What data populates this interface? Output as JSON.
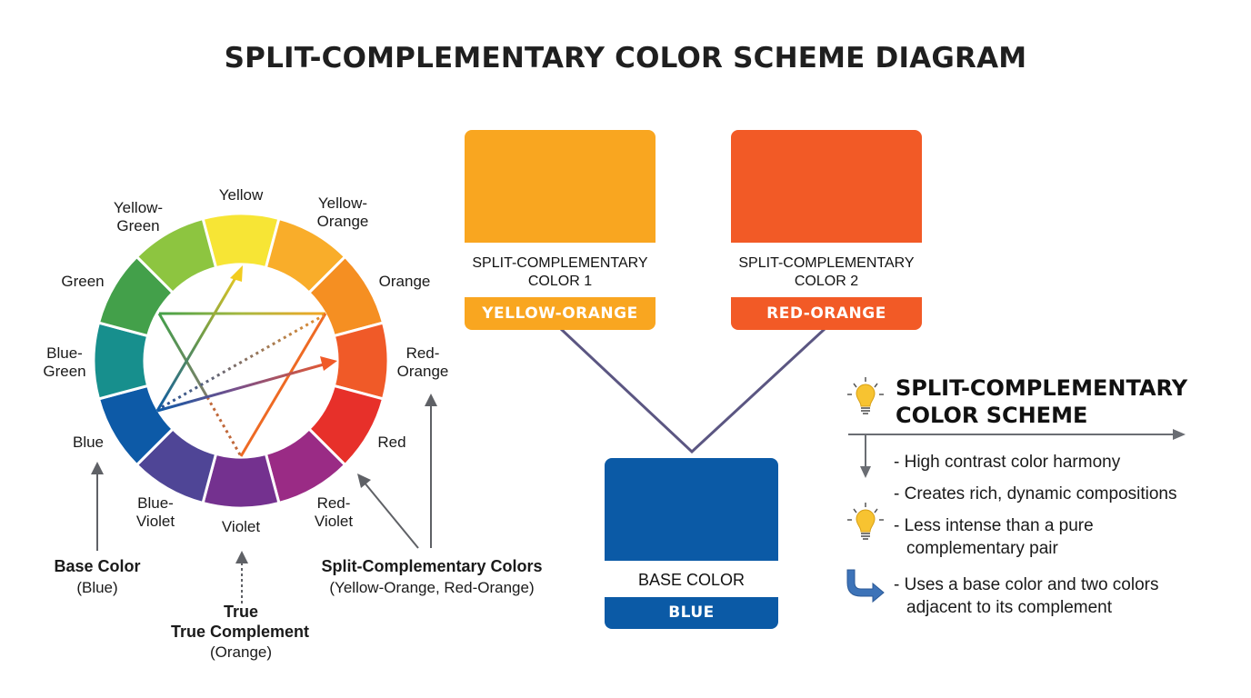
{
  "title": "SPLIT-COMPLEMENTARY COLOR SCHEME DIAGRAM",
  "wheel": {
    "segments": [
      {
        "name": "Yellow",
        "label_lines": [
          "Yellow"
        ],
        "color": "#f7e535",
        "angle": -90
      },
      {
        "name": "Yellow-Orange",
        "label_lines": [
          "Yellow-",
          "Orange"
        ],
        "color": "#f9ad2a",
        "angle": -60
      },
      {
        "name": "Orange",
        "label_lines": [
          "Orange"
        ],
        "color": "#f58f22",
        "angle": -30
      },
      {
        "name": "Red-Orange",
        "label_lines": [
          "Red-",
          "Orange"
        ],
        "color": "#f05a28",
        "angle": 0
      },
      {
        "name": "Red",
        "label_lines": [
          "Red"
        ],
        "color": "#e7302a",
        "angle": 30
      },
      {
        "name": "Red-Violet",
        "label_lines": [
          "Red-",
          "Violet"
        ],
        "color": "#9a2b85",
        "angle": 60
      },
      {
        "name": "Violet",
        "label_lines": [
          "Violet"
        ],
        "color": "#74318f",
        "angle": 90
      },
      {
        "name": "Blue-Violet",
        "label_lines": [
          "Blue-",
          "Violet"
        ],
        "color": "#4f4596",
        "angle": 120
      },
      {
        "name": "Blue",
        "label_lines": [
          "Blue"
        ],
        "color": "#0d5aa7",
        "angle": 150
      },
      {
        "name": "Blue-Green",
        "label_lines": [
          "Blue-",
          "Green"
        ],
        "color": "#178f8d",
        "angle": 180
      },
      {
        "name": "Green",
        "label_lines": [
          "Green"
        ],
        "color": "#43a04a",
        "angle": 210
      },
      {
        "name": "Yellow-Green",
        "label_lines": [
          "Yellow-",
          "Green"
        ],
        "color": "#8dc540",
        "angle": 240
      }
    ]
  },
  "callouts": {
    "base": {
      "title": "Base Color",
      "sub": "(Blue)"
    },
    "true_complement": {
      "line1": "True",
      "title": "True Complement",
      "sub": "(Orange)"
    },
    "split": {
      "title": "Split-Complementary Colors",
      "sub": "(Yellow-Orange, Red-Orange)"
    }
  },
  "cards": {
    "split1": {
      "caption_line1": "SPLIT-COMPLEMENTARY",
      "caption_line2": "COLOR 1",
      "name": "YELLOW-ORANGE",
      "color": "#f9a620"
    },
    "split2": {
      "caption_line1": "SPLIT-COMPLEMENTARY",
      "caption_line2": "COLOR 2",
      "name": "RED-ORANGE",
      "color": "#f25a26"
    },
    "base": {
      "caption": "BASE COLOR",
      "name": "BLUE",
      "color": "#0b5aa6"
    }
  },
  "panel": {
    "title_line1": "SPLIT-COMPLEMENTARY",
    "title_line2": "COLOR SCHEME",
    "bullets": [
      {
        "line1": "- High contrast color harmony"
      },
      {
        "line1": "- Creates rich, dynamic compositions"
      },
      {
        "line1": "- Less intense than a pure",
        "line2": "complementary pair"
      },
      {
        "line1": "- Uses a base color and two colors",
        "line2": "adjacent to its complement"
      }
    ]
  },
  "colors": {
    "connector": "#5b5682",
    "arrow_gray": "#5f6166",
    "bulb": "#f7c331",
    "curved_arrow": "#3d73b8"
  }
}
